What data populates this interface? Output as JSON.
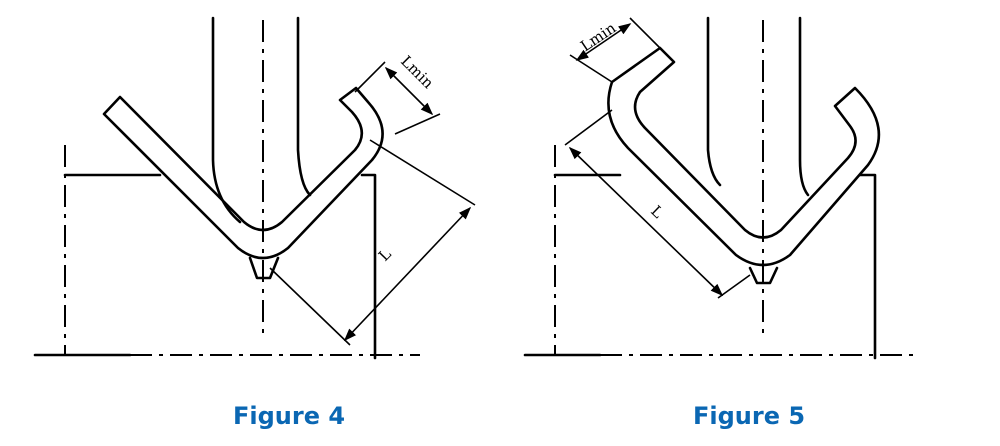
{
  "figures": [
    {
      "caption": "Figure 4",
      "dim_short": "Lmin",
      "dim_long": "L"
    },
    {
      "caption": "Figure 5",
      "dim_short": "Lmin",
      "dim_long": "L"
    }
  ],
  "colors": {
    "caption": "#0a67b3",
    "line": "#000000"
  }
}
